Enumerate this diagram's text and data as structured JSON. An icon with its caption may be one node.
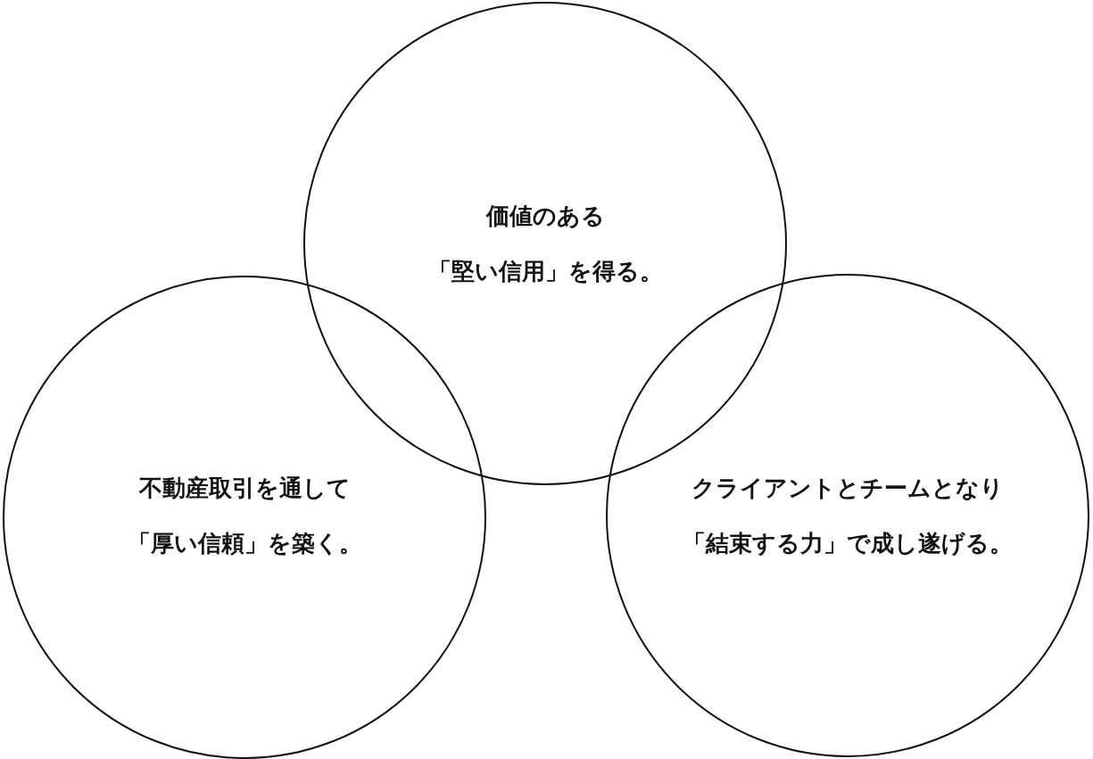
{
  "diagram": {
    "nodes": [
      {
        "text": [
          "価値のある「堅い信用」を得る。"
        ]
      },
      {
        "text": [
          "不動産取引を通して「厚い信頼」を築く。"
        ]
      },
      {
        "text": [
          "クライアントとチームとなり「結束する力」で成し遂げる。"
        ]
      }
    ]
  }
}
